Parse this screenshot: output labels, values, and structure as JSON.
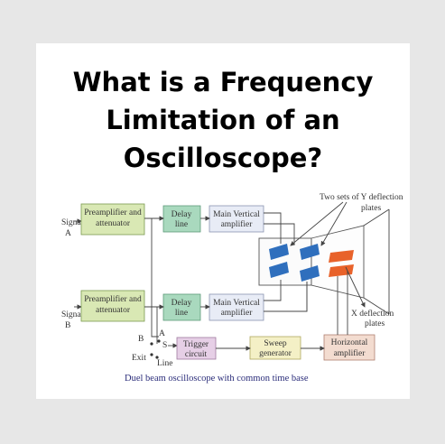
{
  "title": {
    "line1": "What is a Frequency",
    "line2": "Limitation of an",
    "line3": "Oscilloscope?"
  },
  "diagram": {
    "signal_a": [
      "Signal",
      "A"
    ],
    "signal_b": [
      "Signal",
      "B"
    ],
    "preamp_a": [
      "Preamplifier and",
      "attenuator"
    ],
    "preamp_b": [
      "Preamplifier and",
      "attenuator"
    ],
    "delay_a": [
      "Delay",
      "line"
    ],
    "delay_b": [
      "Delay",
      "line"
    ],
    "mainvert_a": [
      "Main Vertical",
      "amplifier"
    ],
    "mainvert_b": [
      "Main Vertical",
      "amplifier"
    ],
    "trigger": [
      "Trigger",
      "circuit"
    ],
    "sweep": [
      "Sweep",
      "generator"
    ],
    "horizontal": [
      "Horizontal",
      "amplifier"
    ],
    "y_plates_label": [
      "Two sets of Y deflection",
      "plates"
    ],
    "x_plates_label": [
      "X deflection",
      "plates"
    ],
    "switch_labels": {
      "b": "B",
      "a": "A",
      "s": "S",
      "exit": "Exit",
      "line": "Line"
    },
    "caption": "Duel beam oscilloscope with common time base",
    "colors": {
      "preamp": "#d9e8b4",
      "delay": "#a9d9be",
      "mainvert": "#e8ecf6",
      "trigger": "#e6cfe6",
      "sweep": "#f4f0c6",
      "horizontal": "#f3dcd0",
      "y_plates": "#2f6fbd",
      "x_plates": "#e8622a"
    }
  }
}
